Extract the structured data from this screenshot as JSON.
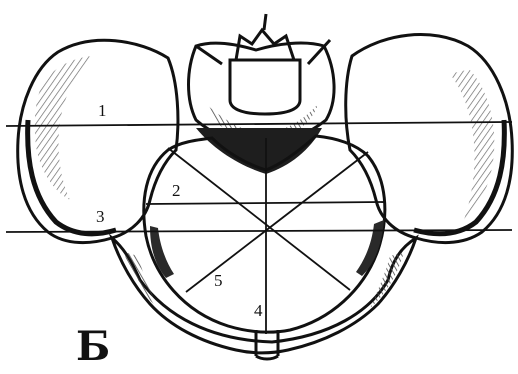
{
  "figure": {
    "panel_letter": "Б",
    "labels": {
      "l1": "1",
      "l2": "2",
      "l3": "3",
      "l4": "4",
      "l5": "5"
    }
  },
  "colors": {
    "ink": "#111111",
    "shade": "#8a8a8a",
    "background": "#ffffff"
  }
}
